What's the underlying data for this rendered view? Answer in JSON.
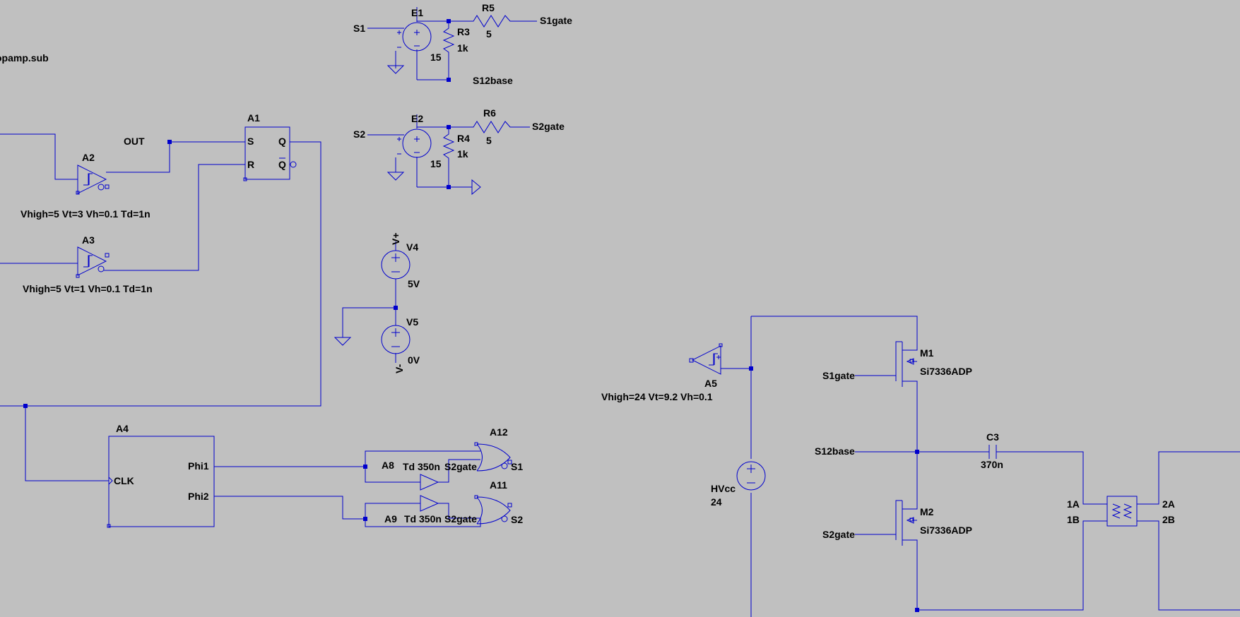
{
  "colors": {
    "background": "#c0c0c0",
    "wire": "#0000cd",
    "text": "#000000"
  },
  "labels": {
    "include": "opamp.sub",
    "out_net": "OUT",
    "s1_in": "S1",
    "s2_in": "S2",
    "s1gate_out": "S1gate",
    "s2gate_out": "S2gate",
    "s12base_out": "S12base",
    "s1gate_m1": "S1gate",
    "s2gate_m2": "S2gate",
    "s12base_node": "S12base",
    "s2gate_a8": "S2gate",
    "s2gate_a9": "S2gate",
    "s1_out": "S1",
    "s2_out": "S2"
  },
  "components": {
    "e1": {
      "name": "E1",
      "gain": "15"
    },
    "e2": {
      "name": "E2",
      "gain": "15"
    },
    "r3": {
      "name": "R3",
      "value": "1k"
    },
    "r4": {
      "name": "R4",
      "value": "1k"
    },
    "r5": {
      "name": "R5",
      "value": "5"
    },
    "r6": {
      "name": "R6",
      "value": "5"
    },
    "a1": {
      "name": "A1",
      "pin_s": "S",
      "pin_r": "R",
      "pin_q": "Q",
      "pin_qbar": "Q"
    },
    "a2": {
      "name": "A2",
      "params": "Vhigh=5 Vt=3 Vh=0.1 Td=1n"
    },
    "a3": {
      "name": "A3",
      "params": "Vhigh=5 Vt=1 Vh=0.1 Td=1n"
    },
    "a4": {
      "name": "A4",
      "pin_clk": "CLK",
      "pin_phi1": "Phi1",
      "pin_phi2": "Phi2"
    },
    "a5": {
      "name": "A5",
      "params": "Vhigh=24 Vt=9.2 Vh=0.1"
    },
    "a8": {
      "name": "A8",
      "params": "Td 350n"
    },
    "a9": {
      "name": "A9",
      "params": "Td 350n"
    },
    "a11": {
      "name": "A11"
    },
    "a12": {
      "name": "A12"
    },
    "v4": {
      "name": "V4",
      "value": "5V",
      "net": "V+"
    },
    "v5": {
      "name": "V5",
      "value": "0V",
      "net": "V-"
    },
    "hvcc": {
      "name": "HVcc",
      "value": "24"
    },
    "m1": {
      "name": "M1",
      "model": "Si7336ADP"
    },
    "m2": {
      "name": "M2",
      "model": "Si7336ADP"
    },
    "c3": {
      "name": "C3",
      "value": "370n"
    },
    "xfmr": {
      "pin_1a": "1A",
      "pin_1b": "1B",
      "pin_2a": "2A",
      "pin_2b": "2B"
    }
  }
}
